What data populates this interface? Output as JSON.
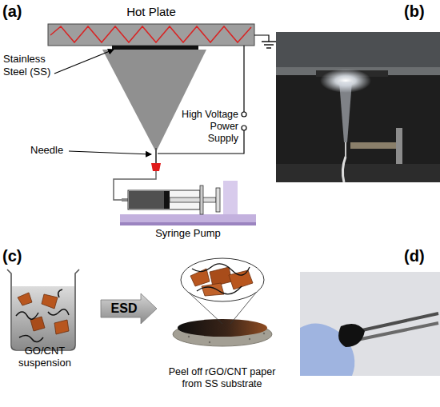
{
  "diagram": {
    "nodes": [
      {
        "text": [
          "Hot Plate"
        ]
      },
      {
        "text": [
          "GO/CNT suspension"
        ]
      },
      {
        "text": [
          "Peel off rGO/CNT paper from SS substrate"
        ]
      }
    ],
    "edges": [
      {
        "from": 1,
        "to": 2,
        "arrow": "to",
        "label": "ESD"
      }
    ],
    "labels": [
      "(a)",
      "Stainless Steel (SS)",
      "Needle",
      "High Voltage Power Supply",
      "Syringe Pump",
      "(b)",
      "(c)",
      "(d)"
    ]
  }
}
